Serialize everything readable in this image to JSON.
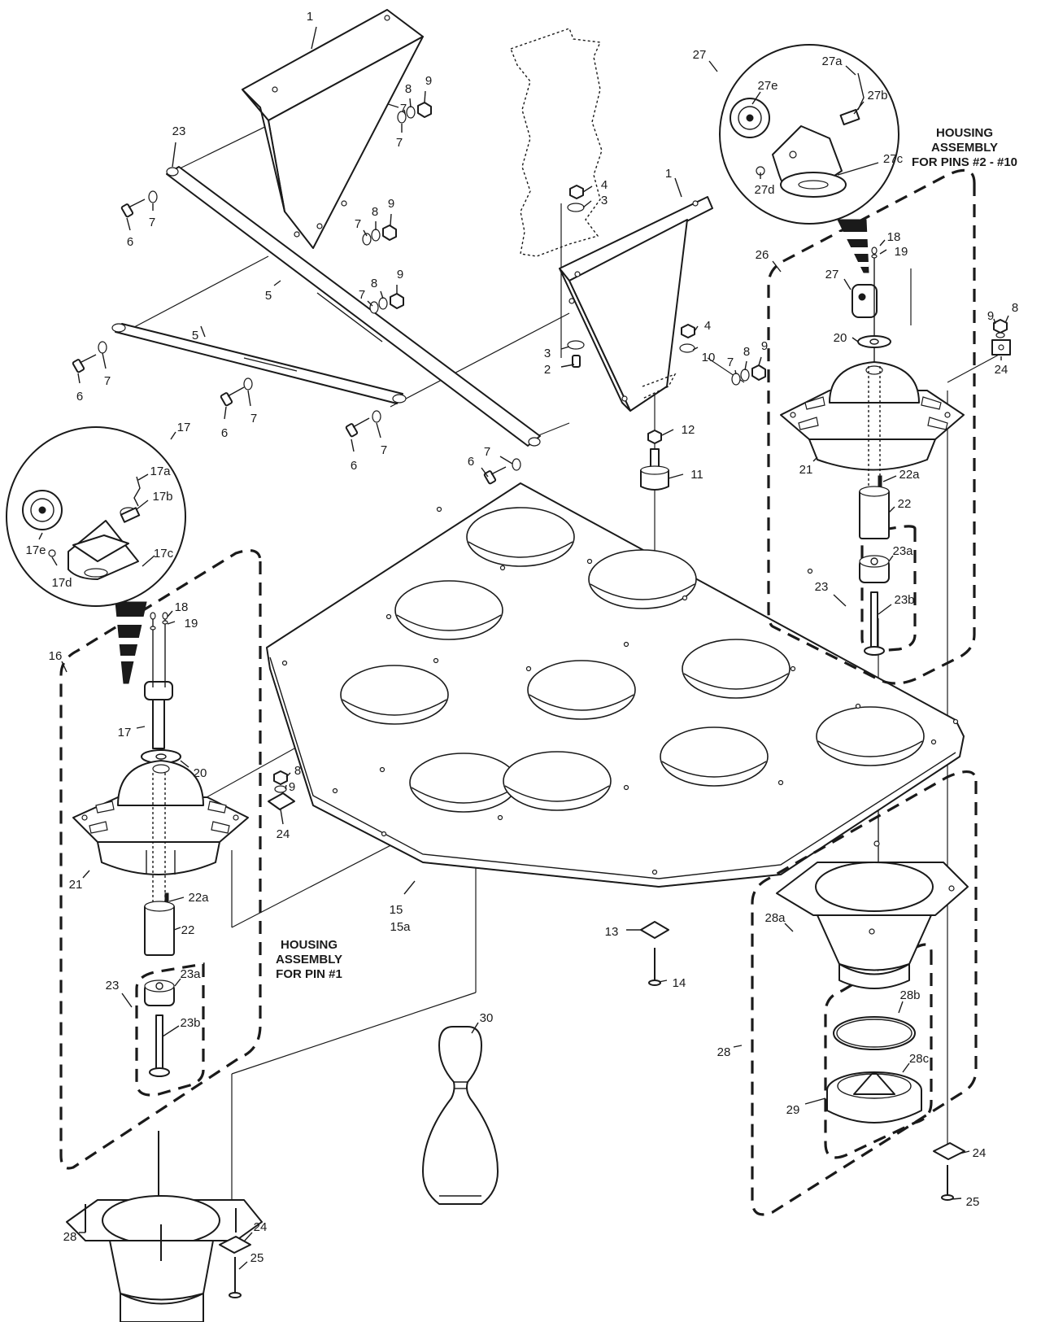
{
  "diagram": {
    "callouts": [
      {
        "id": "c1a",
        "text": "1"
      },
      {
        "id": "c1b",
        "text": "1"
      },
      {
        "id": "c2",
        "text": "2"
      },
      {
        "id": "c3a",
        "text": "3"
      },
      {
        "id": "c3b",
        "text": "3"
      },
      {
        "id": "c4a",
        "text": "4"
      },
      {
        "id": "c4b",
        "text": "4"
      },
      {
        "id": "c5a",
        "text": "5"
      },
      {
        "id": "c5b",
        "text": "5"
      },
      {
        "id": "c6a",
        "text": "6"
      },
      {
        "id": "c6b",
        "text": "6"
      },
      {
        "id": "c6c",
        "text": "6"
      },
      {
        "id": "c6d",
        "text": "6"
      },
      {
        "id": "c6e",
        "text": "6"
      },
      {
        "id": "c7a",
        "text": "7"
      },
      {
        "id": "c7b",
        "text": "7"
      },
      {
        "id": "c7c",
        "text": "7"
      },
      {
        "id": "c7d",
        "text": "7"
      },
      {
        "id": "c7e",
        "text": "7"
      },
      {
        "id": "c7f",
        "text": "7"
      },
      {
        "id": "c7g",
        "text": "7"
      },
      {
        "id": "c7h",
        "text": "7"
      },
      {
        "id": "c7i",
        "text": "7"
      },
      {
        "id": "c7j",
        "text": "7"
      },
      {
        "id": "c8a",
        "text": "8"
      },
      {
        "id": "c8b",
        "text": "8"
      },
      {
        "id": "c8c",
        "text": "8"
      },
      {
        "id": "c8d",
        "text": "8"
      },
      {
        "id": "c8e",
        "text": "8"
      },
      {
        "id": "c8f",
        "text": "8"
      },
      {
        "id": "c9a",
        "text": "9"
      },
      {
        "id": "c9b",
        "text": "9"
      },
      {
        "id": "c9c",
        "text": "9"
      },
      {
        "id": "c9d",
        "text": "9"
      },
      {
        "id": "c9e",
        "text": "9"
      },
      {
        "id": "c9f",
        "text": "9"
      },
      {
        "id": "c10",
        "text": "10"
      },
      {
        "id": "c11",
        "text": "11"
      },
      {
        "id": "c12",
        "text": "12"
      },
      {
        "id": "c13",
        "text": "13"
      },
      {
        "id": "c14",
        "text": "14"
      },
      {
        "id": "c15",
        "text": "15"
      },
      {
        "id": "c15a",
        "text": "15a"
      },
      {
        "id": "c16",
        "text": "16"
      },
      {
        "id": "c17",
        "text": "17"
      },
      {
        "id": "c17b2",
        "text": "17"
      },
      {
        "id": "c17a",
        "text": "17a"
      },
      {
        "id": "c17bb",
        "text": "17b"
      },
      {
        "id": "c17c",
        "text": "17c"
      },
      {
        "id": "c17d",
        "text": "17d"
      },
      {
        "id": "c17e",
        "text": "17e"
      },
      {
        "id": "c18a",
        "text": "18"
      },
      {
        "id": "c18b",
        "text": "18"
      },
      {
        "id": "c19a",
        "text": "19"
      },
      {
        "id": "c19b",
        "text": "19"
      },
      {
        "id": "c20a",
        "text": "20"
      },
      {
        "id": "c20b",
        "text": "20"
      },
      {
        "id": "c21a",
        "text": "21"
      },
      {
        "id": "c21b",
        "text": "21"
      },
      {
        "id": "c22a",
        "text": "22"
      },
      {
        "id": "c22b",
        "text": "22"
      },
      {
        "id": "c22aa",
        "text": "22a"
      },
      {
        "id": "c22ab",
        "text": "22a"
      },
      {
        "id": "c23a",
        "text": "23"
      },
      {
        "id": "c23b",
        "text": "23"
      },
      {
        "id": "c23c",
        "text": "23"
      },
      {
        "id": "c23aa",
        "text": "23a"
      },
      {
        "id": "c23ab",
        "text": "23a"
      },
      {
        "id": "c23ba",
        "text": "23b"
      },
      {
        "id": "c23bb",
        "text": "23b"
      },
      {
        "id": "c24a",
        "text": "24"
      },
      {
        "id": "c24b",
        "text": "24"
      },
      {
        "id": "c24c",
        "text": "24"
      },
      {
        "id": "c24d",
        "text": "24"
      },
      {
        "id": "c25a",
        "text": "25"
      },
      {
        "id": "c25b",
        "text": "25"
      },
      {
        "id": "c26",
        "text": "26"
      },
      {
        "id": "c27",
        "text": "27"
      },
      {
        "id": "c27b2",
        "text": "27"
      },
      {
        "id": "c27a",
        "text": "27a"
      },
      {
        "id": "c27bb",
        "text": "27b"
      },
      {
        "id": "c27c",
        "text": "27c"
      },
      {
        "id": "c27d",
        "text": "27d"
      },
      {
        "id": "c27e",
        "text": "27e"
      },
      {
        "id": "c28a",
        "text": "28"
      },
      {
        "id": "c28b",
        "text": "28"
      },
      {
        "id": "c28aa",
        "text": "28a"
      },
      {
        "id": "c28bb",
        "text": "28b"
      },
      {
        "id": "c28cc",
        "text": "28c"
      },
      {
        "id": "c29",
        "text": "29"
      },
      {
        "id": "c30",
        "text": "30"
      }
    ],
    "headings": {
      "pins_2_10": [
        "HOUSING",
        "ASSEMBLY",
        "FOR PINS  #2 - #10"
      ],
      "pin_1": [
        "HOUSING",
        "ASSEMBLY",
        "FOR PIN #1"
      ]
    }
  }
}
